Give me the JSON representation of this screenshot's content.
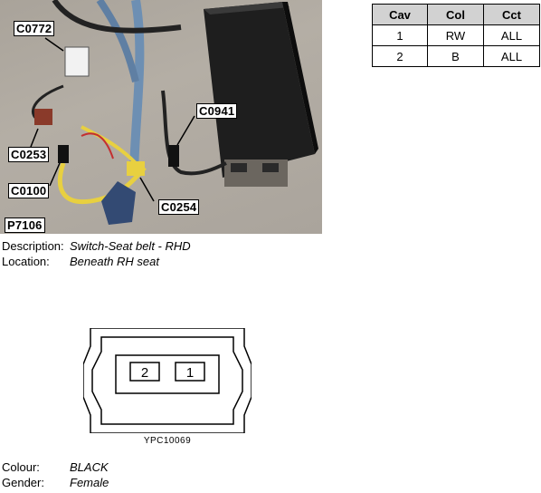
{
  "photo": {
    "callouts": {
      "c0772": "C0772",
      "c0941": "C0941",
      "c0253": "C0253",
      "c0100": "C0100",
      "c0254": "C0254",
      "p7106": "P7106"
    }
  },
  "table": {
    "headers": [
      "Cav",
      "Col",
      "Cct"
    ],
    "rows": [
      [
        "1",
        "RW",
        "ALL"
      ],
      [
        "2",
        "B",
        "ALL"
      ]
    ]
  },
  "description": {
    "label": "Description:",
    "value": "Switch-Seat belt - RHD"
  },
  "location": {
    "label": "Location:",
    "value": "Beneath RH seat"
  },
  "connector": {
    "pins": [
      "2",
      "1"
    ],
    "reference": "YPC10069"
  },
  "colour": {
    "label": "Colour:",
    "value": "BLACK"
  },
  "gender": {
    "label": "Gender:",
    "value": "Female"
  }
}
